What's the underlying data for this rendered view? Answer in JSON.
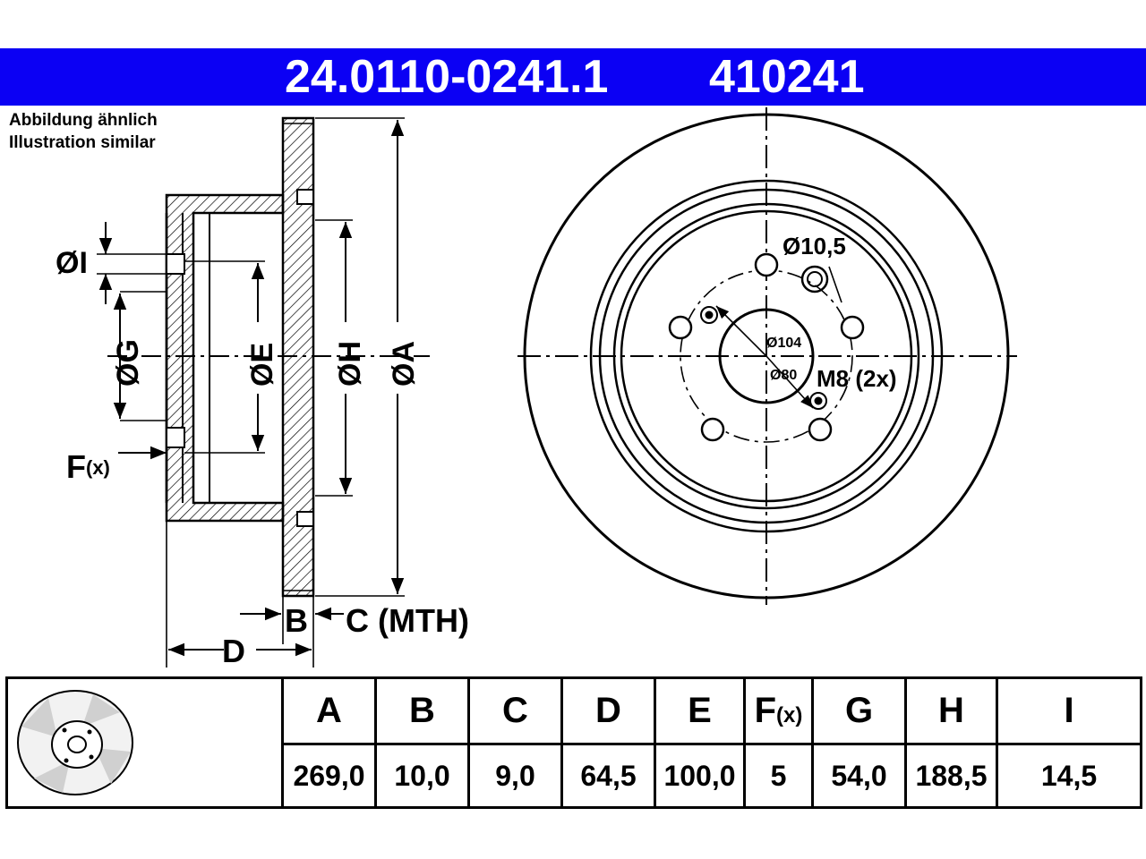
{
  "header": {
    "part_number": "24.0110-0241.1",
    "item_code": "410241",
    "background_color": "#0b00f4"
  },
  "notes": {
    "de": "Abbildung ähnlich",
    "en": "Illustration similar"
  },
  "side_view_labels": {
    "I": "ØI",
    "G": "ØG",
    "E": "ØE",
    "H": "ØH",
    "A": "ØA",
    "F": "F",
    "F_suffix": "(x)",
    "B": "B",
    "C": "C (MTH)",
    "D": "D"
  },
  "front_view_labels": {
    "hole": "Ø10,5",
    "pcd": "Ø104",
    "bore": "Ø80",
    "thread": "M8 (2x)"
  },
  "table": {
    "columns": [
      {
        "key": "A",
        "label": "A",
        "value": "269,0"
      },
      {
        "key": "B",
        "label": "B",
        "value": "10,0"
      },
      {
        "key": "C",
        "label": "C",
        "value": "9,0"
      },
      {
        "key": "D",
        "label": "D",
        "value": "64,5"
      },
      {
        "key": "E",
        "label": "E",
        "value": "100,0"
      },
      {
        "key": "F",
        "label": "F",
        "label_suffix": "(x)",
        "value": "5"
      },
      {
        "key": "G",
        "label": "G",
        "value": "54,0"
      },
      {
        "key": "H",
        "label": "H",
        "value": "188,5"
      },
      {
        "key": "I",
        "label": "I",
        "value": "14,5"
      }
    ]
  }
}
